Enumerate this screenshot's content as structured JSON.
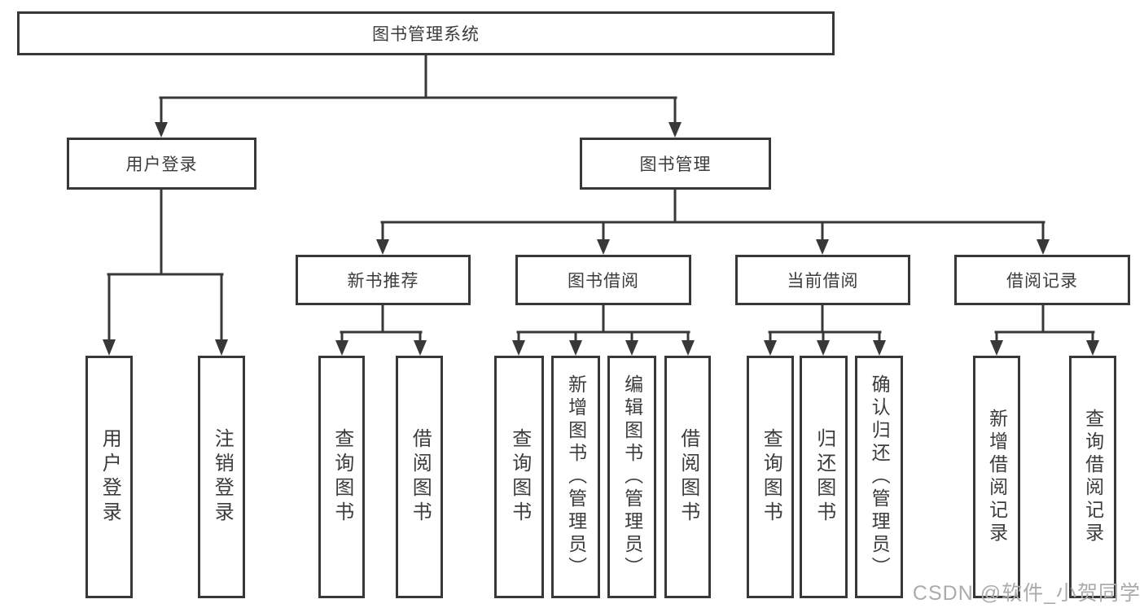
{
  "diagram": {
    "title": "图书管理系统",
    "branches": {
      "user_login": {
        "label": "用户登录",
        "children": [
          "用户登录",
          "注销登录"
        ]
      },
      "book_mgmt": {
        "label": "图书管理"
      }
    },
    "modules": [
      {
        "label": "新书推荐",
        "children": [
          "查询图书",
          "借阅图书"
        ]
      },
      {
        "label": "图书借阅",
        "children": [
          "查询图书",
          "新增图书（管理员）",
          "编辑图书（管理员）",
          "借阅图书"
        ]
      },
      {
        "label": "当前借阅",
        "children": [
          "查询图书",
          "归还图书",
          "确认归还（管理员）"
        ]
      },
      {
        "label": "借阅记录",
        "children": [
          "新增借阅记录",
          "查询借阅记录"
        ]
      }
    ],
    "watermark": "CSDN @软件_小贺同学"
  },
  "colors": {
    "line": "#383838",
    "box_border": "#383838",
    "text": "#3c3c3c",
    "watermark": "#ababab",
    "background": "#ffffff"
  }
}
